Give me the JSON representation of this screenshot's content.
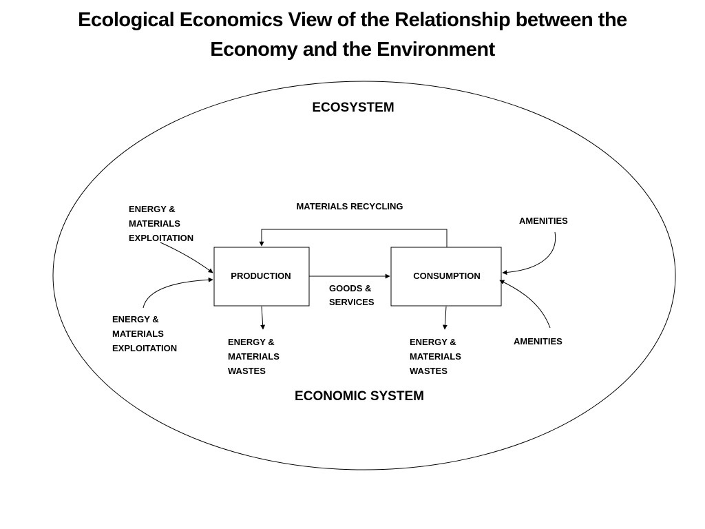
{
  "title": {
    "line1": "Ecological Economics View of the Relationship between the",
    "line2": "Economy and the Environment"
  },
  "ecosystem_label": "ECOSYSTEM",
  "economic_system_label": "ECONOMIC SYSTEM",
  "production_label": "PRODUCTION",
  "consumption_label": "CONSUMPTION",
  "materials_recycling_label": "MATERIALS RECYCLING",
  "goods_services": [
    "GOODS &",
    "SERVICES"
  ],
  "exploitation_top": [
    "ENERGY &",
    "MATERIALS",
    "EXPLOITATION"
  ],
  "exploitation_bottom": [
    "ENERGY &",
    "MATERIALS",
    "EXPLOITATION"
  ],
  "wastes_production": [
    "ENERGY &",
    "MATERIALS",
    "WASTES"
  ],
  "wastes_consumption": [
    "ENERGY &",
    "MATERIALS",
    "WASTES"
  ],
  "amenities_top": "AMENITIES",
  "amenities_bottom": "AMENITIES",
  "colors": {
    "stroke": "#000000",
    "background": "#ffffff"
  }
}
